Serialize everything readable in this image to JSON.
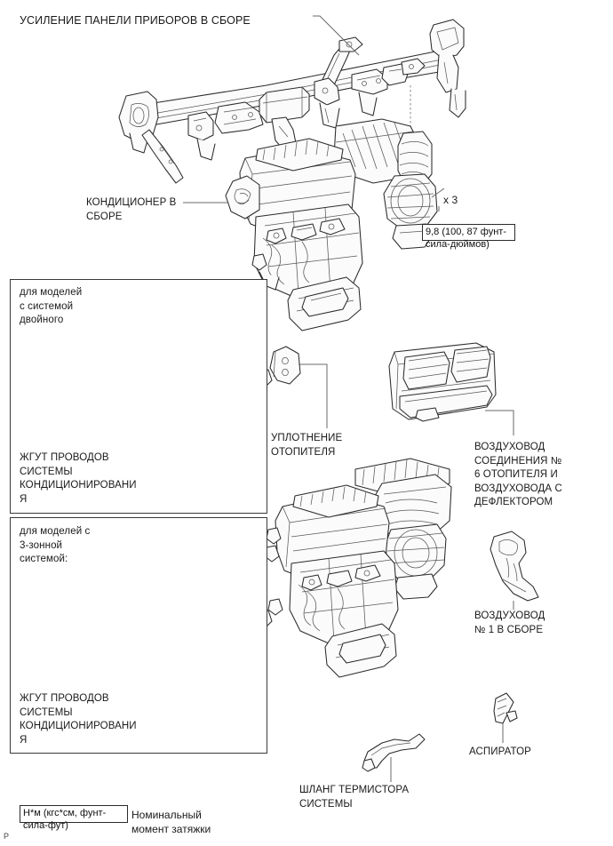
{
  "page": {
    "title": "УСИЛЕНИЕ ПАНЕЛИ ПРИБОРОВ В СБОРЕ",
    "corner_mark": "P"
  },
  "callouts": {
    "ac_assembly": "КОНДИЦИОНЕР В\nСБОРЕ",
    "quantity_x3": "x 3",
    "torque_spec": "9,8 (100, 87 фунт-\nсила-дюймов)",
    "heater_seal": "УПЛОТНЕНИЕ\nОТОПИТЕЛЯ",
    "connecting_duct": "ВОЗДУХОВОД\nСОЕДИНЕНИЯ №\n6 ОТОПИТЕЛЯ И\nВОЗДУХОВОДА С\nДЕФЛЕКТОРОМ",
    "duct_no1": "ВОЗДУХОВОД\n№ 1 В СБОРЕ",
    "aspirator": "АСПИРАТОР",
    "thermistor_hose": "ШЛАНГ ТЕРМИСТОРА\nСИСТЕМЫ"
  },
  "panels": [
    {
      "header": "для моделей\nс системой\nдвойного",
      "part_label": "ЖГУТ ПРОВОДОВ\nСИСТЕМЫ\nКОНДИЦИОНИРОВАНИ\nЯ"
    },
    {
      "header": "для моделей с\n3-зонной\nсистемой:",
      "part_label": "ЖГУТ ПРОВОДОВ\nСИСТЕМЫ\nКОНДИЦИОНИРОВАНИ\nЯ"
    }
  ],
  "footer": {
    "unit_box": "Н*м (кгс*см, фунт-\nсила-фут)",
    "description": "Номинальный\nмомент затяжки"
  },
  "colors": {
    "line": "#2b2b2b",
    "leader": "#6a6a6a",
    "text": "#1a1a1a",
    "fill_light": "#f2f2f2"
  }
}
